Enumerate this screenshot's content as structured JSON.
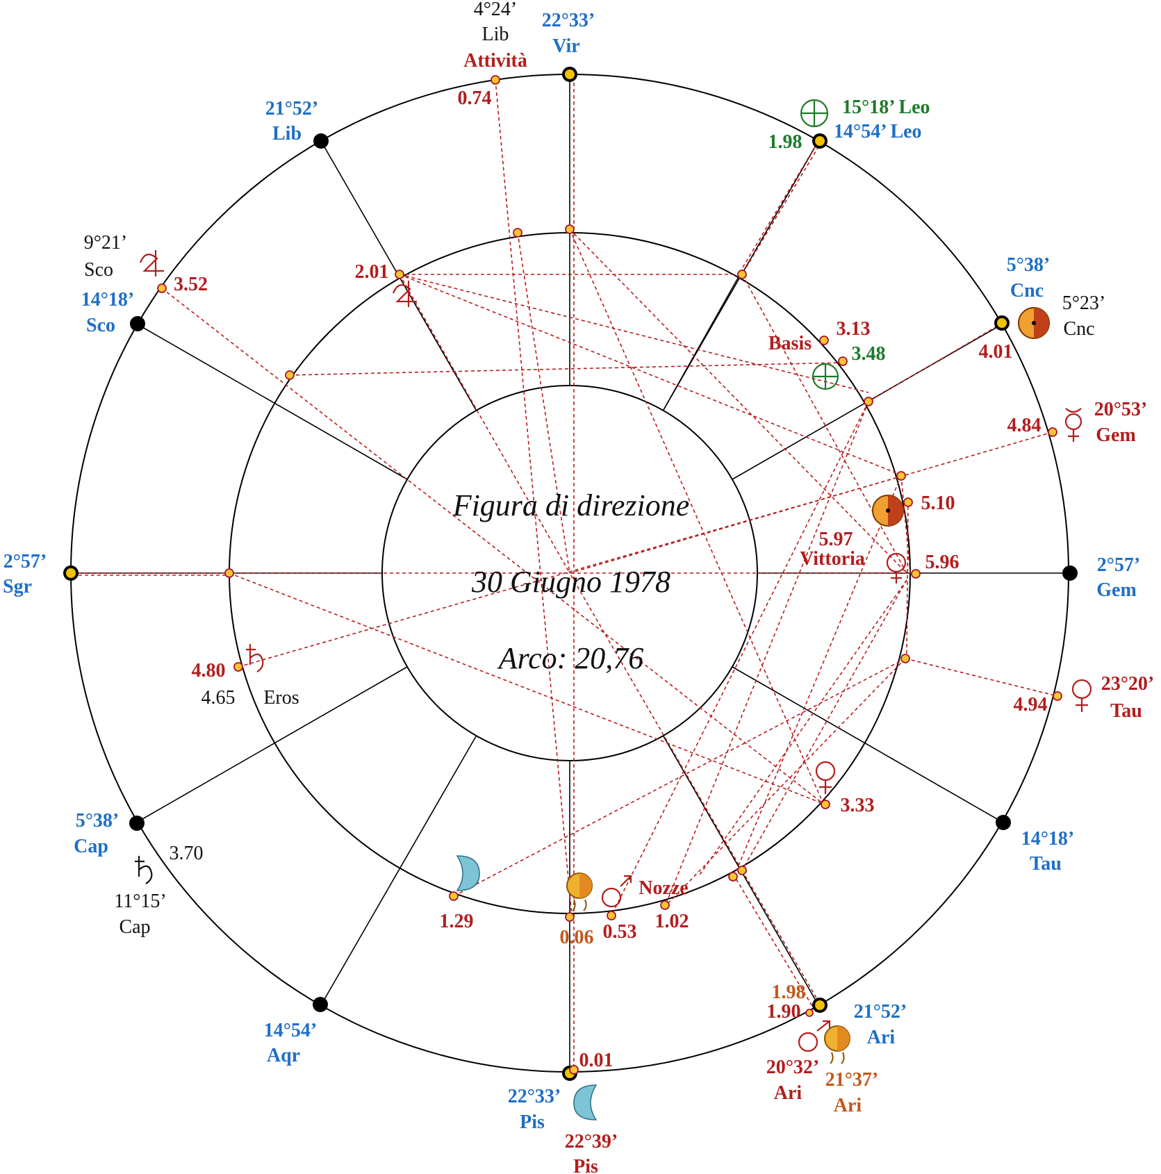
{
  "center": {
    "title": "Figura di direzione",
    "date": "30 Giugno 1978",
    "arc": "Arco: 20,76"
  },
  "outer_labels": [
    {
      "id": "vir",
      "deg": "22°33’",
      "sign": "Vir",
      "color": "blue"
    },
    {
      "id": "lib",
      "deg": "21°52’",
      "sign": "Lib",
      "color": "blue"
    },
    {
      "id": "sco",
      "deg": "14°18’",
      "sign": "Sco",
      "color": "blue"
    },
    {
      "id": "sgr",
      "deg": "2°57’",
      "sign": "Sgr",
      "color": "blue"
    },
    {
      "id": "cap",
      "deg": "5°38’",
      "sign": "Cap",
      "color": "blue"
    },
    {
      "id": "aqr",
      "deg": "14°54’",
      "sign": "Aqr",
      "color": "blue"
    },
    {
      "id": "pis",
      "deg": "22°33’",
      "sign": "Pis",
      "color": "blue"
    },
    {
      "id": "ari",
      "deg": "21°52’",
      "sign": "Ari",
      "color": "blue"
    },
    {
      "id": "tau",
      "deg": "14°18’",
      "sign": "Tau",
      "color": "blue"
    },
    {
      "id": "gem",
      "deg": "2°57’",
      "sign": "Gem",
      "color": "blue"
    },
    {
      "id": "cnc",
      "deg": "5°38’",
      "sign": "Cnc",
      "color": "blue"
    },
    {
      "id": "leo",
      "deg": "14°54’ Leo",
      "sign": "",
      "color": "blue"
    }
  ],
  "planet_labels": {
    "jupiter_natal": {
      "deg": "9°21’",
      "sign": "Sco"
    },
    "saturn_natal": {
      "deg": "11°15’",
      "sign": "Cap",
      "value": "3.70"
    },
    "sun_natal": {
      "deg": "5°23’",
      "sign": "Cnc"
    },
    "attivita": {
      "deg": "4°24’",
      "sign": "Lib",
      "name": "Attività",
      "value": "0.74"
    },
    "earth_natal": {
      "deg": "15°18’ Leo",
      "value": "1.98"
    },
    "mercury_natal": {
      "deg": "20°53’",
      "sign": "Gem",
      "value": "4.84"
    },
    "venus_natal": {
      "deg": "23°20’",
      "sign": "Tau",
      "value": "4.94"
    },
    "moon_natal": {
      "deg": "22°39’",
      "sign": "Pis",
      "value": "0.01"
    },
    "mars_natal": {
      "deg": "20°32’",
      "sign": "Ari"
    },
    "node_natal": {
      "deg": "21°37’",
      "sign": "Ari"
    }
  },
  "inner_values": {
    "jupiter": "3.52",
    "inner_2_01": "2.01",
    "basis_name": "Basis",
    "basis": "3.13",
    "earth_inner": "3.48",
    "sun_outer": "4.01",
    "sun_inner": "5.10",
    "vittoria_name": "Vittoria",
    "vittoria": "5.97",
    "v596": "5.96",
    "venus_inner": "3.33",
    "saturn_inner": "4.80",
    "eros_value": "4.65",
    "eros_name": "Eros",
    "moon_inner": "1.29",
    "v006": "0.06",
    "v053": "0.53",
    "nozze_name": "Nozze",
    "v102": "1.02",
    "v198b": "1.98",
    "v190": "1.90"
  },
  "colors": {
    "blue": "#1f6fc5",
    "red": "#b31d1d",
    "green": "#1e7a2a",
    "orange": "#c0581a",
    "connector": "#b81c1c",
    "dot_fill": "#f7c531"
  }
}
